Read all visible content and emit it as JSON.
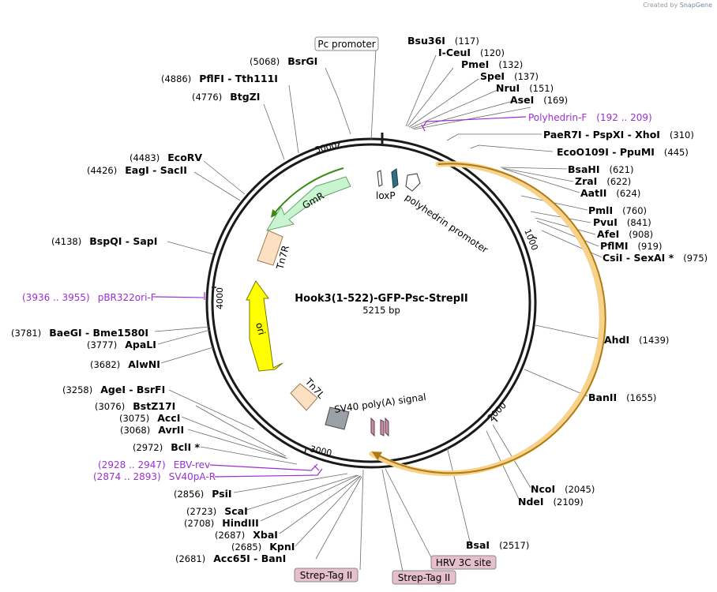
{
  "credit": {
    "prefix": "Created by",
    "brand": "SnapGene"
  },
  "plasmid": {
    "name": "Hook3(1-522)-GFP-Psc-StrepII",
    "length_label": "5215 bp"
  },
  "ticks": [
    "1000",
    "2000",
    "3000",
    "4000",
    "5000"
  ],
  "features": [
    {
      "label": "GmR"
    },
    {
      "label": "Tn7R"
    },
    {
      "label": "ori"
    },
    {
      "label": "Tn7L"
    },
    {
      "label": "SV40 poly(A) signal"
    },
    {
      "label": "loxP"
    },
    {
      "label": "polyhedrin promoter"
    }
  ],
  "sites": [
    {
      "parts": [
        "Bsu36I"
      ],
      "pos": "(117)"
    },
    {
      "parts": [
        "I-CeuI"
      ],
      "pos": "(120)"
    },
    {
      "parts": [
        "PmeI"
      ],
      "pos": "(132)"
    },
    {
      "parts": [
        "SpeI"
      ],
      "pos": "(137)"
    },
    {
      "parts": [
        "NruI"
      ],
      "pos": "(151)"
    },
    {
      "parts": [
        "AseI"
      ],
      "pos": "(169)"
    },
    {
      "parts": [
        "PaeR7I",
        " - ",
        "PspXI",
        " - ",
        "XhoI"
      ],
      "pos": "(310)"
    },
    {
      "parts": [
        "EcoO109I",
        " - ",
        "PpuMI"
      ],
      "pos": "(445)"
    },
    {
      "parts": [
        "BsaHI"
      ],
      "pos": "(621)"
    },
    {
      "parts": [
        "ZraI"
      ],
      "pos": "(622)"
    },
    {
      "parts": [
        "AatII"
      ],
      "pos": "(624)"
    },
    {
      "parts": [
        "PmlI"
      ],
      "pos": "(760)"
    },
    {
      "parts": [
        "PvuI"
      ],
      "pos": "(841)"
    },
    {
      "parts": [
        "AfeI"
      ],
      "pos": "(908)"
    },
    {
      "parts": [
        "PflMI"
      ],
      "pos": "(919)"
    },
    {
      "parts": [
        "CsiI",
        " - ",
        "SexAI *"
      ],
      "pos": "(975)"
    },
    {
      "parts": [
        "AhdI"
      ],
      "pos": "(1439)"
    },
    {
      "parts": [
        "BanII"
      ],
      "pos": "(1655)"
    },
    {
      "parts": [
        "NcoI"
      ],
      "pos": "(2045)"
    },
    {
      "parts": [
        "NdeI"
      ],
      "pos": "(2109)"
    },
    {
      "parts": [
        "BsaI"
      ],
      "pos": "(2517)"
    },
    {
      "parts": [
        "BsrGI"
      ],
      "pos": "(5068)"
    },
    {
      "parts": [
        "PflFI",
        " - ",
        "Tth111I"
      ],
      "pos": "(4886)"
    },
    {
      "parts": [
        "BtgZI"
      ],
      "pos": "(4776)"
    },
    {
      "parts": [
        "EcoRV"
      ],
      "pos": "(4483)"
    },
    {
      "parts": [
        "EagI",
        " - ",
        "SacII"
      ],
      "pos": "(4426)"
    },
    {
      "parts": [
        "BspQI",
        " - ",
        "SapI"
      ],
      "pos": "(4138)"
    },
    {
      "parts": [
        "BaeGI",
        " - ",
        "Bme1580I"
      ],
      "pos": "(3781)"
    },
    {
      "parts": [
        "ApaLI"
      ],
      "pos": "(3777)"
    },
    {
      "parts": [
        "AlwNI"
      ],
      "pos": "(3682)"
    },
    {
      "parts": [
        "AgeI",
        " - ",
        "BsrFI"
      ],
      "pos": "(3258)"
    },
    {
      "parts": [
        "BstZ17I"
      ],
      "pos": "(3076)"
    },
    {
      "parts": [
        "AccI"
      ],
      "pos": "(3075)"
    },
    {
      "parts": [
        "AvrII"
      ],
      "pos": "(3068)"
    },
    {
      "parts": [
        "BclI *"
      ],
      "pos": "(2972)"
    },
    {
      "parts": [
        "PsiI"
      ],
      "pos": "(2856)"
    },
    {
      "parts": [
        "ScaI"
      ],
      "pos": "(2723)"
    },
    {
      "parts": [
        "HindIII"
      ],
      "pos": "(2708)"
    },
    {
      "parts": [
        "XbaI"
      ],
      "pos": "(2687)"
    },
    {
      "parts": [
        "KpnI"
      ],
      "pos": "(2685)"
    },
    {
      "parts": [
        "Acc65I",
        " - ",
        "BanI"
      ],
      "pos": "(2681)"
    }
  ],
  "primers": [
    {
      "name": "Polyhedrin-F",
      "range": "(192 .. 209)"
    },
    {
      "name": "pBR322ori-F",
      "range": "(3936 .. 3955)"
    },
    {
      "name": "EBV-rev",
      "range": "(2928 .. 2947)"
    },
    {
      "name": "SV40pA-R",
      "range": "(2874 .. 2893)"
    }
  ],
  "boxed_labels": [
    {
      "label": "Pc promoter"
    },
    {
      "label": "HRV 3C site"
    },
    {
      "label": "Strep-Tag II"
    },
    {
      "label": "Strep-Tag II"
    }
  ],
  "colors": {
    "backbone": "#1a1a1a",
    "gmr": "#c8f5cf",
    "tn7": "#fde0c2",
    "ori": "#ffff00",
    "insert_line": "#b07a12",
    "insert_glow": "#f6d28a",
    "loxp": "#2f6e83",
    "sv40": "#9aa0a6",
    "small_feature": "#c98fa8",
    "primer": "#9a2fd4",
    "box_fill": "#e6bfcd"
  }
}
